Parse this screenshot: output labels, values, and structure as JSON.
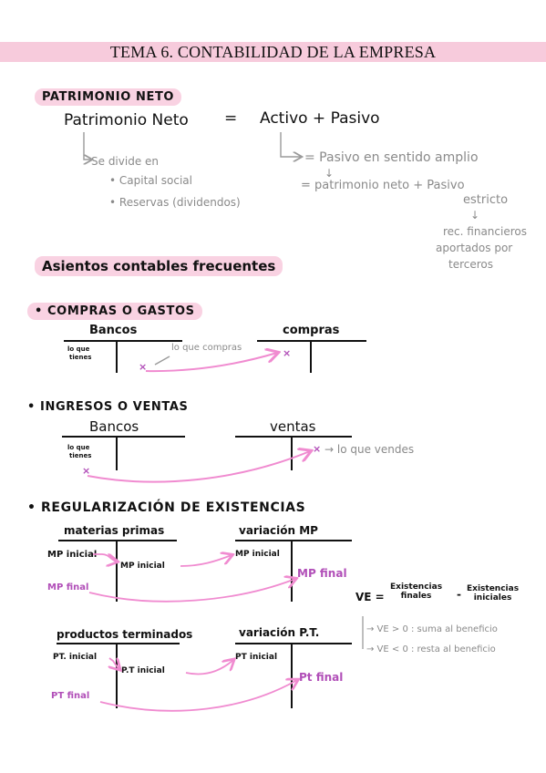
{
  "header": {
    "title": "TEMA 6. CONTABILIDAD DE LA EMPRESA"
  },
  "patrimonio": {
    "heading": "PATRIMONIO NETO",
    "formula_left": "Patrimonio Neto",
    "equals": "=",
    "formula_right": "Activo + Pasivo",
    "divide_label": "Se divide en",
    "item_capital": "• Capital social",
    "item_reservas": "• Reservas (dividendos)",
    "pasivo_amplio": "= Pasivo en sentido amplio",
    "arrow_down": "↓",
    "patrimonio_pasivo": "= patrimonio neto + Pasivo",
    "estricto": "estricto",
    "rec_financieros": "rec. financieros",
    "aportados": "aportados por",
    "terceros": "terceros"
  },
  "asientos": {
    "heading": "Asientos contables frecuentes"
  },
  "compras": {
    "heading": "• COMPRAS O GASTOS",
    "left_account": "Bancos",
    "right_account": "compras",
    "lo_que": "lo que",
    "tienes": "tienes",
    "mark": "×",
    "annotation": "lo que compras"
  },
  "ingresos": {
    "heading": "• INGRESOS O VENTAS",
    "left_account": "Bancos",
    "right_account": "ventas",
    "lo_que": "lo que",
    "tienes": "tienes",
    "mark": "×",
    "annotation": "→ lo que vendes"
  },
  "regularizacion": {
    "heading": "• REGULARIZACIÓN DE EXISTENCIAS",
    "mp_account": "materias primas",
    "var_mp_account": "variación MP",
    "mp_inicial_1": "MP inicial",
    "mp_inicial_2": "MP inicial",
    "mp_inicial_3": "MP inicial",
    "mp_final_1": "MP final",
    "mp_final_2": "MP final",
    "pt_account": "productos terminados",
    "var_pt_account": "variación P.T.",
    "pt_inicial_1": "PT. inicial",
    "pt_inicial_2": "P.T inicial",
    "pt_inicial_3": "PT inicial",
    "pt_final_1": "PT final",
    "pt_final_2": "Pt final",
    "ve_label": "VE =",
    "ve_ex_final_1": "Existencias",
    "ve_ex_final_2": "finales",
    "ve_minus": "-",
    "ve_ex_inicial_1": "Existencias",
    "ve_ex_inicial_2": "iniciales",
    "ve_pos": "→ VE > 0 : suma al beneficio",
    "ve_neg": "→ VE < 0 : resta al beneficio"
  },
  "colors": {
    "highlight": "#f9d2e2",
    "banner": "#f7cbdc",
    "arrow": "#f08bd0",
    "pink_text": "#b14fb8",
    "gray": "#8a8a8a"
  }
}
